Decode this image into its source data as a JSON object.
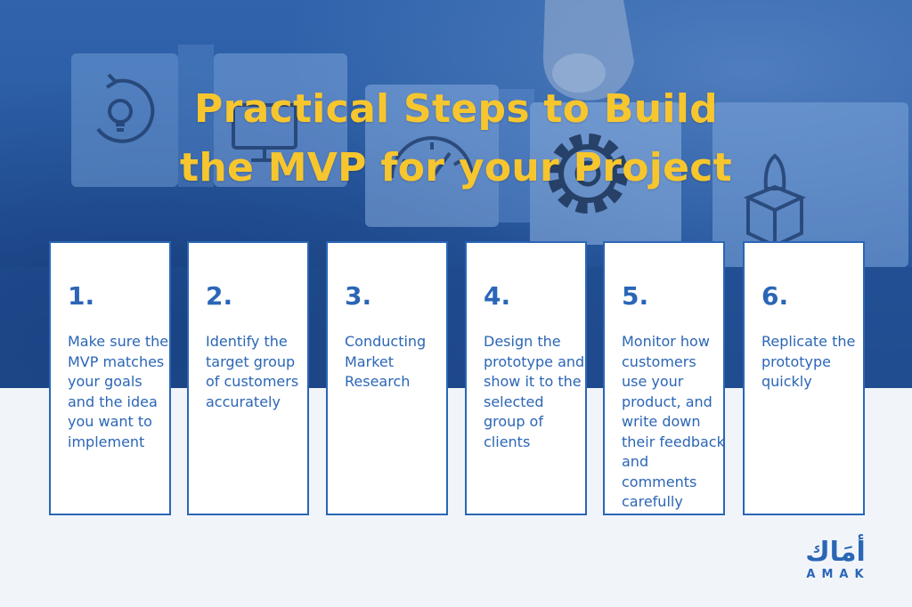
{
  "title": {
    "line1": "Practical Steps to Build",
    "line2": "the MVP for your Project"
  },
  "steps": [
    {
      "number": "1.",
      "text": "Make sure the MVP matches your goals and the idea you want to implement"
    },
    {
      "number": "2.",
      "text": "Identify the target group of customers accurately"
    },
    {
      "number": "3.",
      "text": "Conducting Market Research"
    },
    {
      "number": "4.",
      "text": "Design the prototype and show it to the selected group of clients"
    },
    {
      "number": "5.",
      "text": "Monitor how customers use your product, and write down their feedback and comments carefully"
    },
    {
      "number": "6.",
      "text": "Replicate the prototype quickly"
    }
  ],
  "logo": {
    "arabic": "أمَاك",
    "latin": "AMAK"
  },
  "colors": {
    "accent_blue": "#2b66b6",
    "title_yellow": "#f7c62e",
    "hero_blue": "#2a5ca4",
    "page_background": "#f1f5fa"
  },
  "hero_icons": [
    "lightbulb-cycle-icon",
    "monitor-icon",
    "speedometer-icon",
    "gear-icon",
    "rocket-box-icon"
  ]
}
